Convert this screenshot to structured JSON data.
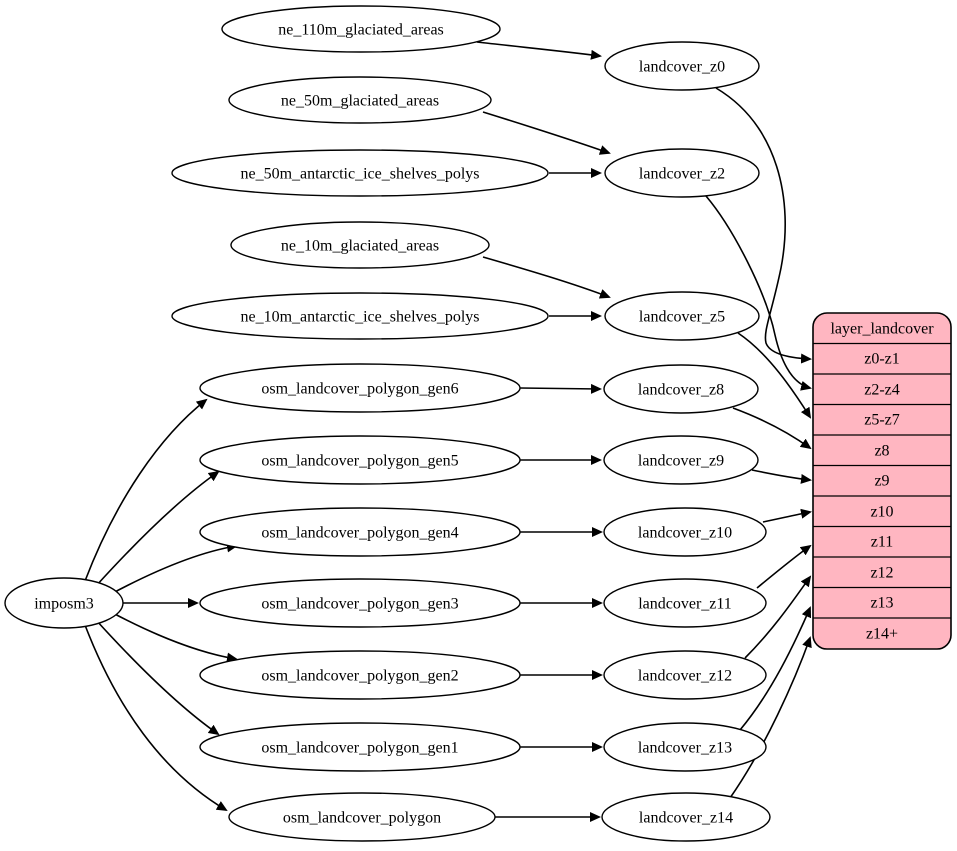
{
  "diagram": {
    "kind": "graphviz-dependency-diagram",
    "colors": {
      "background": "#ffffff",
      "node_fill": "#ffffff",
      "node_stroke": "#000000",
      "edge": "#000000",
      "table_fill": "#ffb6c1"
    },
    "nodes": {
      "imposm3": "imposm3",
      "ne_110m_glaciated_areas": "ne_110m_glaciated_areas",
      "ne_50m_glaciated_areas": "ne_50m_glaciated_areas",
      "ne_50m_antarctic_ice_shelves_polys": "ne_50m_antarctic_ice_shelves_polys",
      "ne_10m_glaciated_areas": "ne_10m_glaciated_areas",
      "ne_10m_antarctic_ice_shelves_polys": "ne_10m_antarctic_ice_shelves_polys",
      "osm_landcover_polygon_gen6": "osm_landcover_polygon_gen6",
      "osm_landcover_polygon_gen5": "osm_landcover_polygon_gen5",
      "osm_landcover_polygon_gen4": "osm_landcover_polygon_gen4",
      "osm_landcover_polygon_gen3": "osm_landcover_polygon_gen3",
      "osm_landcover_polygon_gen2": "osm_landcover_polygon_gen2",
      "osm_landcover_polygon_gen1": "osm_landcover_polygon_gen1",
      "osm_landcover_polygon": "osm_landcover_polygon",
      "landcover_z0": "landcover_z0",
      "landcover_z2": "landcover_z2",
      "landcover_z5": "landcover_z5",
      "landcover_z8": "landcover_z8",
      "landcover_z9": "landcover_z9",
      "landcover_z10": "landcover_z10",
      "landcover_z11": "landcover_z11",
      "landcover_z12": "landcover_z12",
      "landcover_z13": "landcover_z13",
      "landcover_z14": "landcover_z14"
    },
    "layer_table": {
      "title": "layer_landcover",
      "rows": [
        "z0-z1",
        "z2-z4",
        "z5-z7",
        "z8",
        "z9",
        "z10",
        "z11",
        "z12",
        "z13",
        "z14+"
      ]
    },
    "edges": [
      [
        "ne_110m_glaciated_areas",
        "landcover_z0"
      ],
      [
        "ne_50m_glaciated_areas",
        "landcover_z2"
      ],
      [
        "ne_50m_antarctic_ice_shelves_polys",
        "landcover_z2"
      ],
      [
        "ne_10m_glaciated_areas",
        "landcover_z5"
      ],
      [
        "ne_10m_antarctic_ice_shelves_polys",
        "landcover_z5"
      ],
      [
        "osm_landcover_polygon_gen6",
        "landcover_z8"
      ],
      [
        "osm_landcover_polygon_gen5",
        "landcover_z9"
      ],
      [
        "osm_landcover_polygon_gen4",
        "landcover_z10"
      ],
      [
        "osm_landcover_polygon_gen3",
        "landcover_z11"
      ],
      [
        "osm_landcover_polygon_gen2",
        "landcover_z12"
      ],
      [
        "osm_landcover_polygon_gen1",
        "landcover_z13"
      ],
      [
        "osm_landcover_polygon",
        "landcover_z14"
      ],
      [
        "imposm3",
        "osm_landcover_polygon_gen6"
      ],
      [
        "imposm3",
        "osm_landcover_polygon_gen5"
      ],
      [
        "imposm3",
        "osm_landcover_polygon_gen4"
      ],
      [
        "imposm3",
        "osm_landcover_polygon_gen3"
      ],
      [
        "imposm3",
        "osm_landcover_polygon_gen2"
      ],
      [
        "imposm3",
        "osm_landcover_polygon_gen1"
      ],
      [
        "imposm3",
        "osm_landcover_polygon"
      ],
      [
        "landcover_z0",
        "layer_landcover:z0-z1"
      ],
      [
        "landcover_z2",
        "layer_landcover:z2-z4"
      ],
      [
        "landcover_z5",
        "layer_landcover:z5-z7"
      ],
      [
        "landcover_z8",
        "layer_landcover:z8"
      ],
      [
        "landcover_z9",
        "layer_landcover:z9"
      ],
      [
        "landcover_z10",
        "layer_landcover:z10"
      ],
      [
        "landcover_z11",
        "layer_landcover:z11"
      ],
      [
        "landcover_z12",
        "layer_landcover:z12"
      ],
      [
        "landcover_z13",
        "layer_landcover:z13"
      ],
      [
        "landcover_z14",
        "layer_landcover:z14+"
      ]
    ]
  }
}
